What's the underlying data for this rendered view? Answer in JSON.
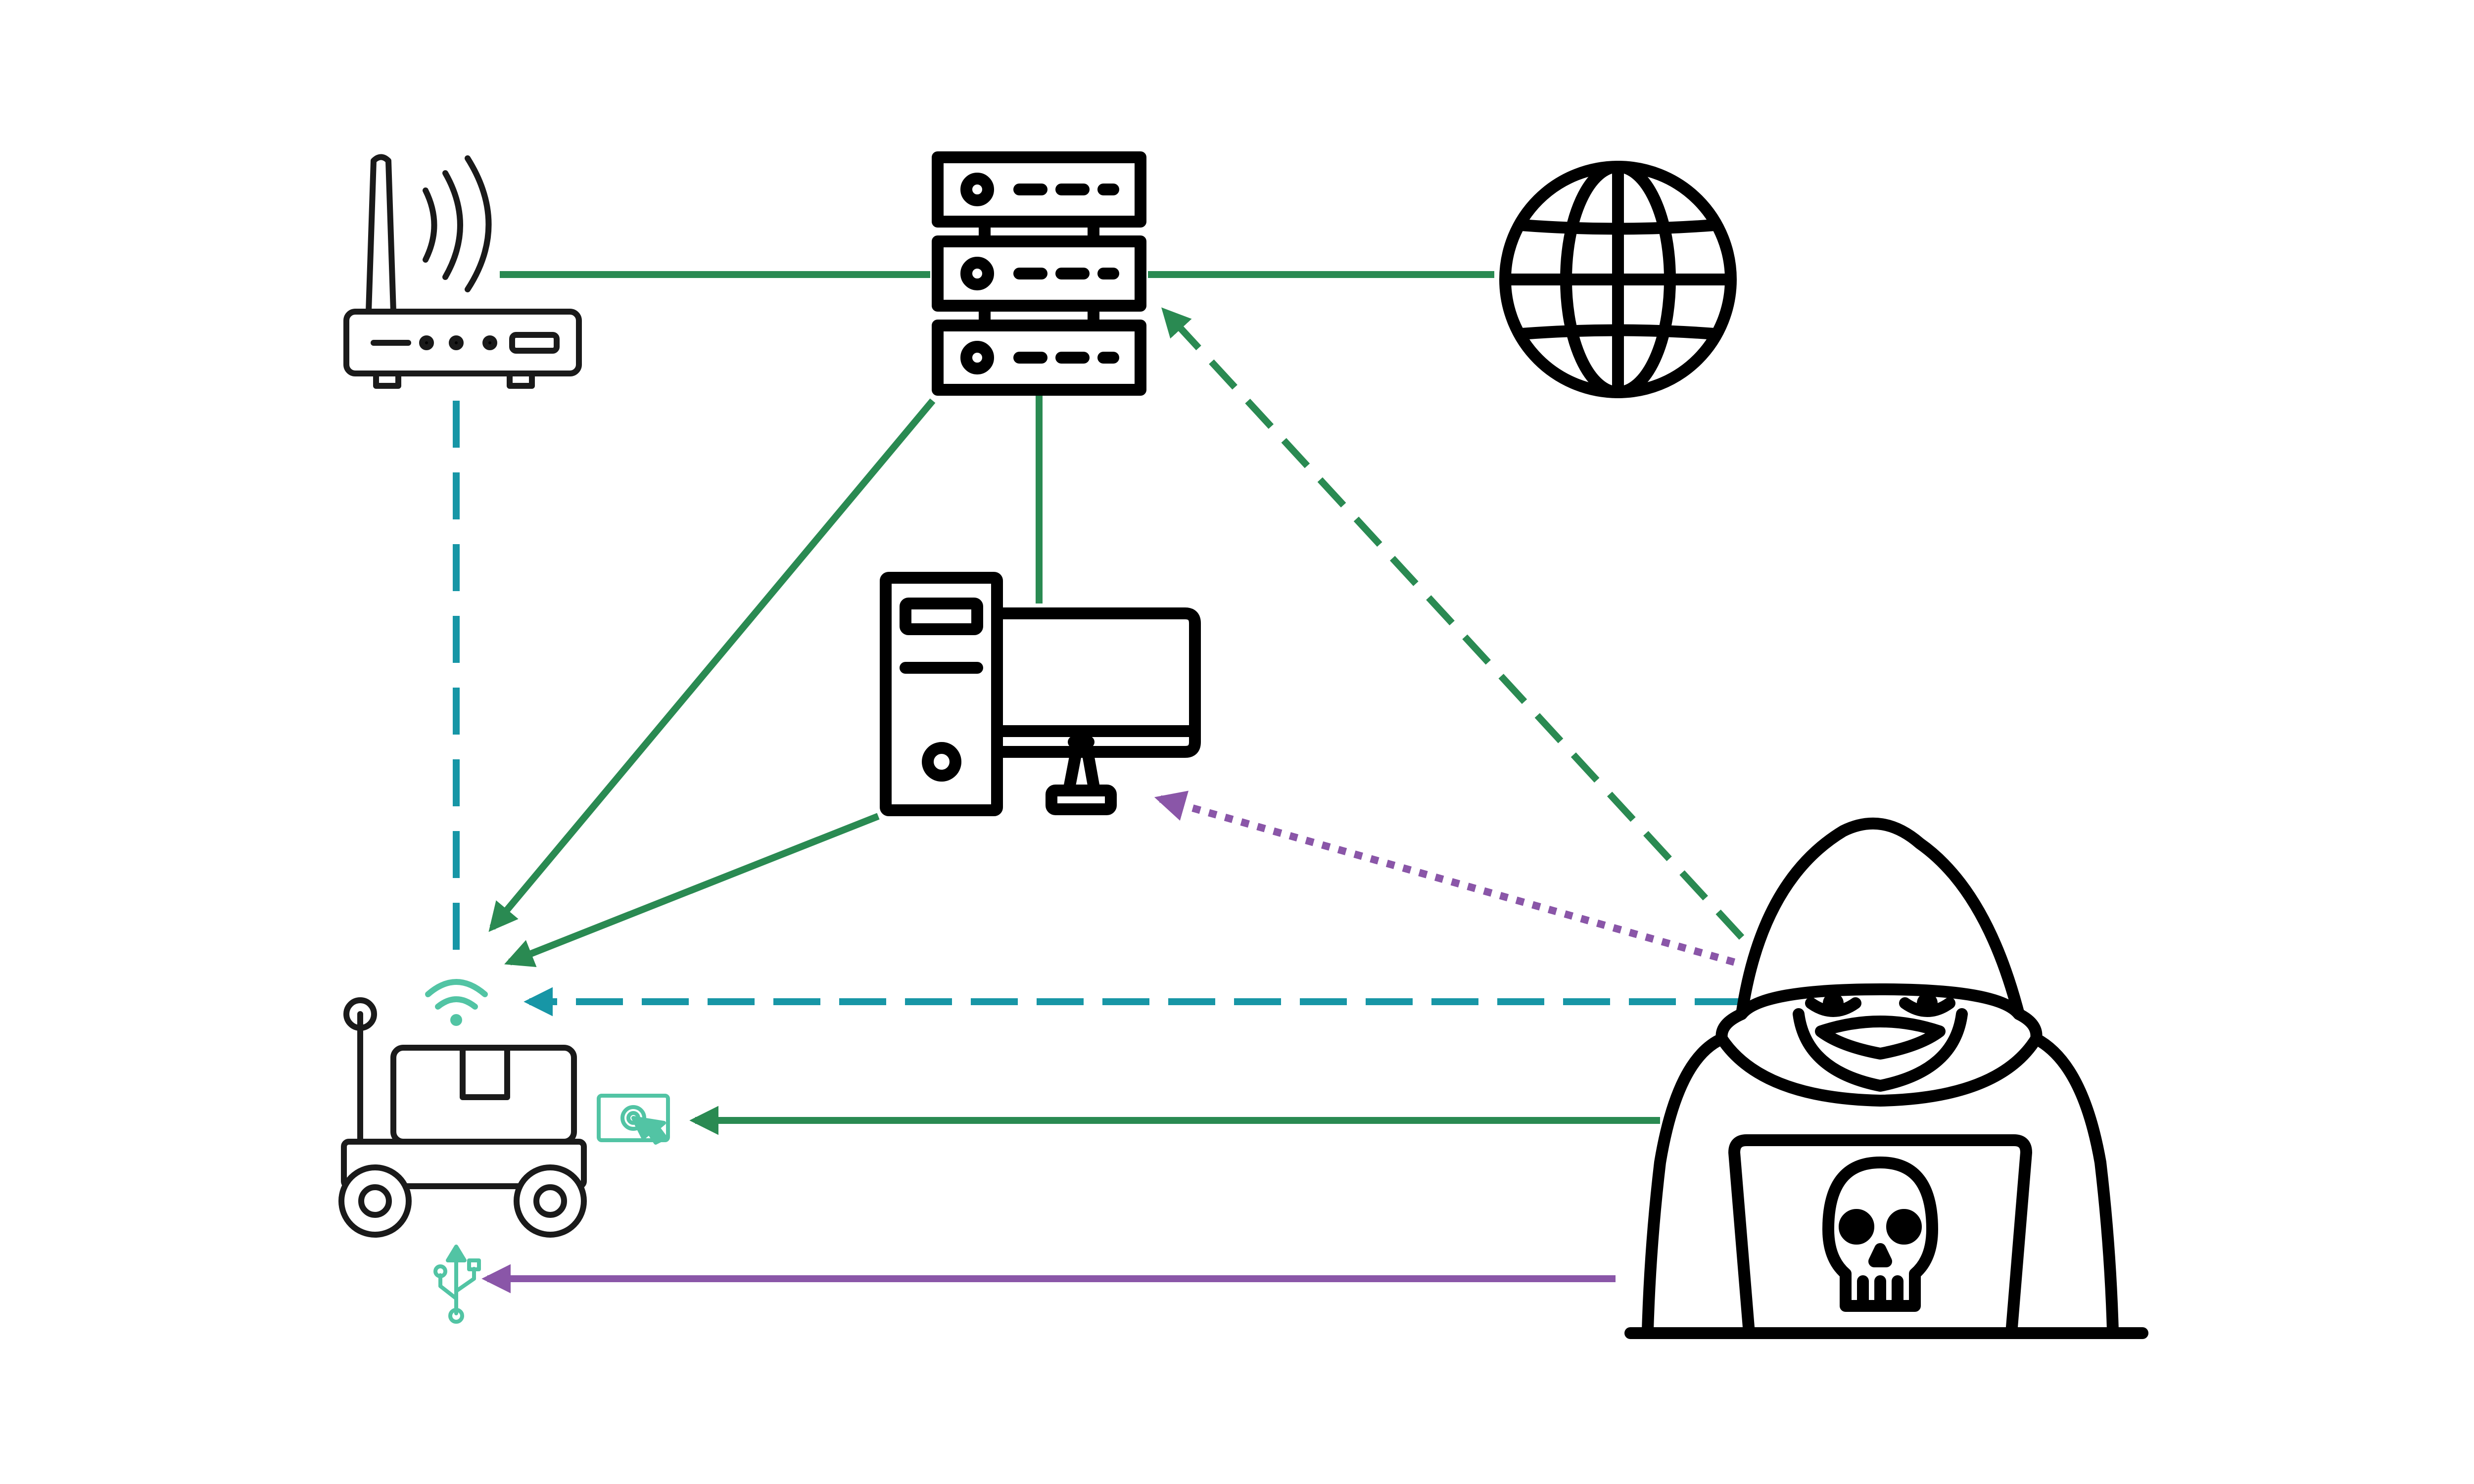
{
  "colors": {
    "background": "#ffffff",
    "icon_stroke": "#000000",
    "green_link": "#2a8a52",
    "teal_link": "#1796a6",
    "purple_link": "#8a56a8",
    "mint_icon": "#52c4a4"
  },
  "nodes": [
    {
      "id": "router",
      "icon": "wifi-router-icon"
    },
    {
      "id": "server",
      "icon": "server-rack-icon"
    },
    {
      "id": "internet",
      "icon": "globe-icon"
    },
    {
      "id": "workstation",
      "icon": "desktop-computer-icon"
    },
    {
      "id": "robot",
      "icon": "delivery-robot-icon"
    },
    {
      "id": "attacker",
      "icon": "hacker-with-laptop-icon"
    }
  ],
  "robot_interfaces": [
    {
      "id": "wireless",
      "icon": "wifi-signal-icon"
    },
    {
      "id": "touchscreen",
      "icon": "touchscreen-icon"
    },
    {
      "id": "usb",
      "icon": "usb-icon"
    }
  ],
  "links": [
    {
      "id": "router-server",
      "from": "router",
      "to": "server",
      "style": "solid",
      "color": "green",
      "arrow": false
    },
    {
      "id": "server-internet",
      "from": "server",
      "to": "internet",
      "style": "solid",
      "color": "green",
      "arrow": false
    },
    {
      "id": "server-workstation",
      "from": "server",
      "to": "workstation",
      "style": "solid",
      "color": "green",
      "arrow": false
    },
    {
      "id": "server-robot",
      "from": "server",
      "to": "robot",
      "style": "solid",
      "color": "green",
      "arrow": true
    },
    {
      "id": "workstation-robot",
      "from": "workstation",
      "to": "robot",
      "style": "solid",
      "color": "green",
      "arrow": true
    },
    {
      "id": "router-robot",
      "from": "router",
      "to": "robot",
      "style": "dashed",
      "color": "teal",
      "arrow": false
    },
    {
      "id": "attacker-server",
      "from": "attacker",
      "to": "server",
      "style": "dashed",
      "color": "green",
      "arrow": true
    },
    {
      "id": "attacker-workstation",
      "from": "attacker",
      "to": "workstation",
      "style": "dotted",
      "color": "purple",
      "arrow": true
    },
    {
      "id": "attacker-robot-wireless",
      "from": "attacker",
      "to": "wireless",
      "style": "dashed",
      "color": "teal",
      "arrow": true
    },
    {
      "id": "attacker-robot-touchscreen",
      "from": "attacker",
      "to": "touchscreen",
      "style": "solid",
      "color": "green",
      "arrow": true
    },
    {
      "id": "attacker-robot-usb",
      "from": "attacker",
      "to": "usb",
      "style": "solid",
      "color": "purple",
      "arrow": true
    }
  ]
}
